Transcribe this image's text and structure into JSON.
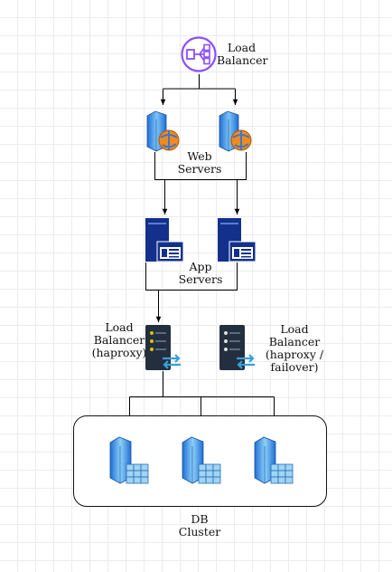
{
  "diagram": {
    "top_load_balancer": {
      "label": "Load\nBalancer",
      "icon": "aws-elastic-load-balancer-icon",
      "color": "#8c4fff"
    },
    "web_servers": {
      "label": "Web\nServers",
      "icon": "web-server-icon",
      "count": 2
    },
    "app_servers": {
      "label": "App\nServers",
      "icon": "application-server-icon",
      "count": 2,
      "color": "#13308c"
    },
    "haproxy_primary": {
      "label": "Load\nBalancer\n(haproxy)",
      "icon": "server-rack-icon"
    },
    "haproxy_failover": {
      "label": "Load\nBalancer\n(haproxy /\nfailover)",
      "icon": "server-rack-icon"
    },
    "db_cluster": {
      "label": "DB\nCluster",
      "icon": "database-server-icon",
      "count": 3
    }
  }
}
